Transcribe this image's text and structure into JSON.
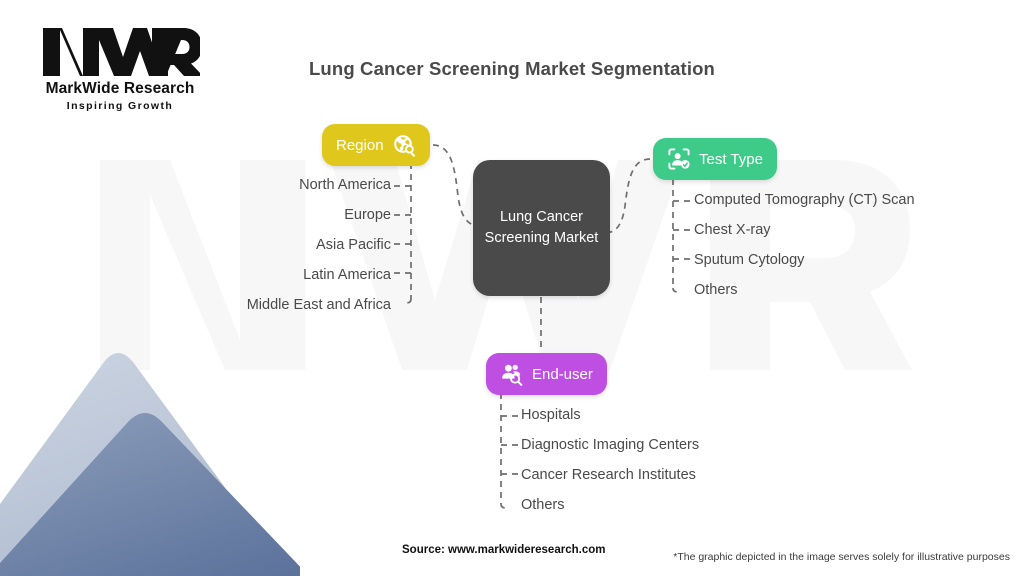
{
  "logo": {
    "mark_icon": "mwr-monogram-icon",
    "name": "MarkWide Research",
    "tagline": "Inspiring Growth"
  },
  "header": {
    "title": "Lung Cancer Screening Market Segmentation"
  },
  "center": {
    "label": "Lung Cancer Screening Market"
  },
  "colors": {
    "region": "#dfc71c",
    "test_type": "#3ecb8a",
    "end_user": "#bf4fe3",
    "center": "#4a4a4a",
    "text": "#4a4a4a",
    "connector": "#6f6f6f"
  },
  "branches": {
    "region": {
      "label": "Region",
      "icon": "globe-search-icon",
      "color": "#dfc71c",
      "items": [
        "North America",
        "Europe",
        "Asia Pacific",
        "Latin America",
        "Middle East and Africa"
      ]
    },
    "test_type": {
      "label": "Test Type",
      "icon": "person-scan-icon",
      "color": "#3ecb8a",
      "items": [
        "Computed Tomography (CT) Scan",
        "Chest X-ray",
        "Sputum Cytology",
        "Others"
      ]
    },
    "end_user": {
      "label": "End-user",
      "icon": "people-search-icon",
      "color": "#bf4fe3",
      "items": [
        "Hospitals",
        "Diagnostic Imaging Centers",
        "Cancer Research Institutes",
        "Others"
      ]
    }
  },
  "footer": {
    "source": "Source: www.markwideresearch.com",
    "disclaimer": "*The graphic depicted in the image serves solely for illustrative purposes"
  },
  "watermark": {
    "text": "MWR"
  }
}
